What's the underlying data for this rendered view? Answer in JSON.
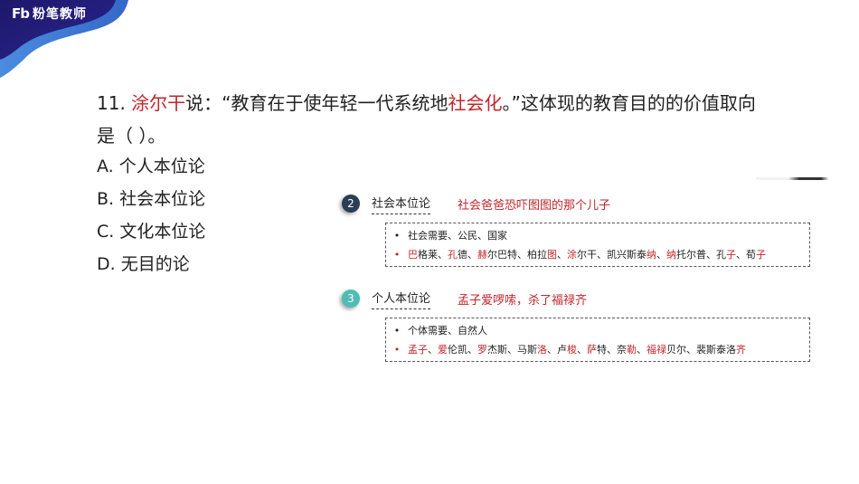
{
  "brand": {
    "logo_mark": "Fb",
    "name": "粉笔教师",
    "colors": {
      "wave_dark": "#1e1a6e",
      "wave_light": "#3f7fd8"
    }
  },
  "question": {
    "number": "11.",
    "speaker": "涂尔干",
    "text_before_quote": "说：“教育在于使年轻一代系统地",
    "highlight": "社会化",
    "text_after_highlight": "。”这体现的教育目的的价值取向",
    "line2": "是（   ）。"
  },
  "options": [
    {
      "letter": "A.",
      "text": "个人本位论"
    },
    {
      "letter": "B.",
      "text": "社会本位论"
    },
    {
      "letter": "C.",
      "text": "文化本位论"
    },
    {
      "letter": "D.",
      "text": "无目的论"
    }
  ],
  "sections": [
    {
      "badge": "2",
      "badge_color": "#2c3e55",
      "title": "社会本位论",
      "mnemonic": "社会爸爸恐吓图图的那个儿子",
      "lines": [
        {
          "segments": [
            {
              "t": "社会需要、公民、国家",
              "red": false
            }
          ]
        },
        {
          "segments": [
            {
              "t": "巴",
              "red": true
            },
            {
              "t": "格莱、",
              "red": false
            },
            {
              "t": "孔",
              "red": true
            },
            {
              "t": "德、",
              "red": false
            },
            {
              "t": "赫",
              "red": true
            },
            {
              "t": "尔巴特、柏拉",
              "red": false
            },
            {
              "t": "图",
              "red": true
            },
            {
              "t": "、",
              "red": false
            },
            {
              "t": "涂",
              "red": true
            },
            {
              "t": "尔干、凯兴斯泰",
              "red": false
            },
            {
              "t": "纳",
              "red": true
            },
            {
              "t": "、",
              "red": false
            },
            {
              "t": "纳",
              "red": true
            },
            {
              "t": "托尔普、孔",
              "red": false
            },
            {
              "t": "子",
              "red": true
            },
            {
              "t": "、荀",
              "red": false
            },
            {
              "t": "子",
              "red": true
            }
          ]
        }
      ]
    },
    {
      "badge": "3",
      "badge_color": "#4fbcb6",
      "title": "个人本位论",
      "mnemonic": "孟子爱啰嗦，杀了福禄齐",
      "lines": [
        {
          "segments": [
            {
              "t": "个体需要、自然人",
              "red": false
            }
          ]
        },
        {
          "segments": [
            {
              "t": "孟子",
              "red": true
            },
            {
              "t": "、",
              "red": false
            },
            {
              "t": "爱",
              "red": true
            },
            {
              "t": "伦凯、",
              "red": false
            },
            {
              "t": "罗",
              "red": true
            },
            {
              "t": "杰斯、马斯",
              "red": false
            },
            {
              "t": "洛",
              "red": true
            },
            {
              "t": "、卢",
              "red": false
            },
            {
              "t": "梭",
              "red": true
            },
            {
              "t": "、",
              "red": false
            },
            {
              "t": "萨",
              "red": true
            },
            {
              "t": "特、奈",
              "red": false
            },
            {
              "t": "勒",
              "red": true
            },
            {
              "t": "、",
              "red": false
            },
            {
              "t": "福禄",
              "red": true
            },
            {
              "t": "贝尔、裴斯泰洛",
              "red": false
            },
            {
              "t": "齐",
              "red": true
            }
          ]
        }
      ]
    }
  ],
  "accent_red": "#c0262b"
}
